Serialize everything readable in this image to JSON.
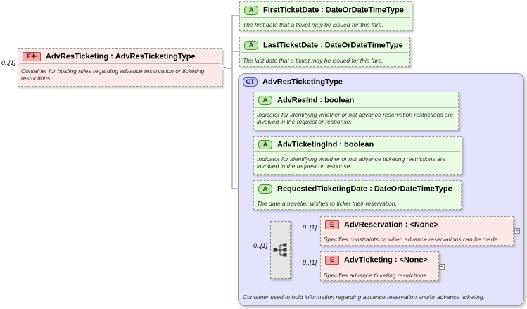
{
  "root": {
    "cardinality": "0..[1]",
    "badge": "E",
    "name": "AdvResTicketing",
    "type": "AdvResTicketingType",
    "description": "Container for holding rules regarding advance reservation or ticketing restrictions."
  },
  "attributes": [
    {
      "badge": "A",
      "name": "FirstTicketDate",
      "type": "DateOrDateTimeType",
      "description": "The first date that a ticket may be issued for this fare."
    },
    {
      "badge": "A",
      "name": "LastTicketDate",
      "type": "DateOrDateTimeType",
      "description": "The last date that a ticket may be issued for this fare."
    }
  ],
  "complex_type": {
    "badge": "CT",
    "name": "AdvResTicketingType",
    "description": "Container used to hold information regarding advance reservation and/or advance ticketing.",
    "attributes": [
      {
        "badge": "A",
        "name": "AdvResInd",
        "type": "boolean",
        "description": "Indicator for identifying whether or not advance reservation restrictions are involved in the request or response."
      },
      {
        "badge": "A",
        "name": "AdvTicketingInd",
        "type": "boolean",
        "description": "Indicator for identifying whether or not advance ticketing restrictions are involved in the request or response."
      },
      {
        "badge": "A",
        "name": "RequestedTicketingDate",
        "type": "DateOrDateTimeType",
        "description": "The date a traveller wishes to ticket their reservation."
      }
    ],
    "sequence_cardinality": "0..[1]",
    "elements": [
      {
        "badge": "E",
        "cardinality": "0..[1]",
        "name": "AdvReservation",
        "type": "<None>",
        "description": "Specifies constraints on when advance reservations can be made."
      },
      {
        "badge": "E",
        "cardinality": "0..[1]",
        "name": "AdvTicketing",
        "type": "<None>",
        "description": "Specifies advance ticketing restrictions."
      }
    ]
  },
  "separator": ":",
  "colors": {
    "element_fill": "#fde8e8",
    "attribute_fill": "#e9fbe3",
    "complex_type_fill": "#e2e2fb"
  }
}
